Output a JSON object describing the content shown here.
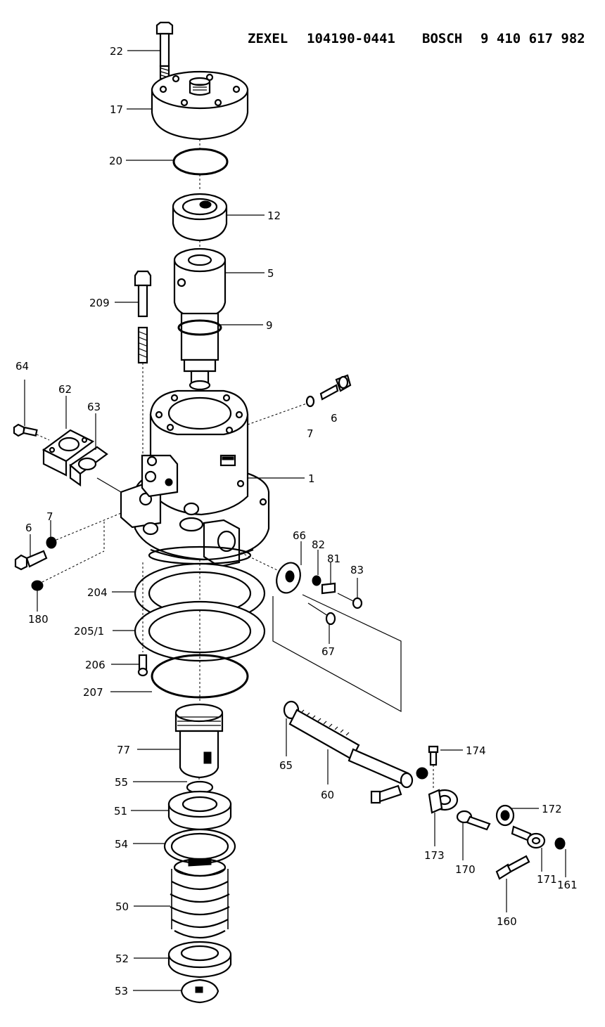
{
  "header": {
    "maker1": "ZEXEL",
    "part1": "104190-0441",
    "maker2": "BOSCH",
    "part2": "9 410 617 982"
  },
  "labels": {
    "p22": "22",
    "p17": "17",
    "p20": "20",
    "p12": "12",
    "p5": "5",
    "p209": "209",
    "p9": "9",
    "p64": "64",
    "p62": "62",
    "p63": "63",
    "p7a": "7",
    "p6a": "6",
    "p1": "1",
    "p6b": "6",
    "p7b": "7",
    "p66": "66",
    "p82": "82",
    "p81": "81",
    "p83": "83",
    "p180": "180",
    "p204": "204",
    "p2051": "205/1",
    "p67": "67",
    "p206": "206",
    "p207": "207",
    "p77": "77",
    "p65": "65",
    "p174": "174",
    "p55": "55",
    "p60": "60",
    "p51": "51",
    "p172": "172",
    "p54": "54",
    "p173": "173",
    "p170": "170",
    "p161": "161",
    "p171": "171",
    "p50": "50",
    "p160": "160",
    "p52": "52",
    "p53": "53"
  }
}
